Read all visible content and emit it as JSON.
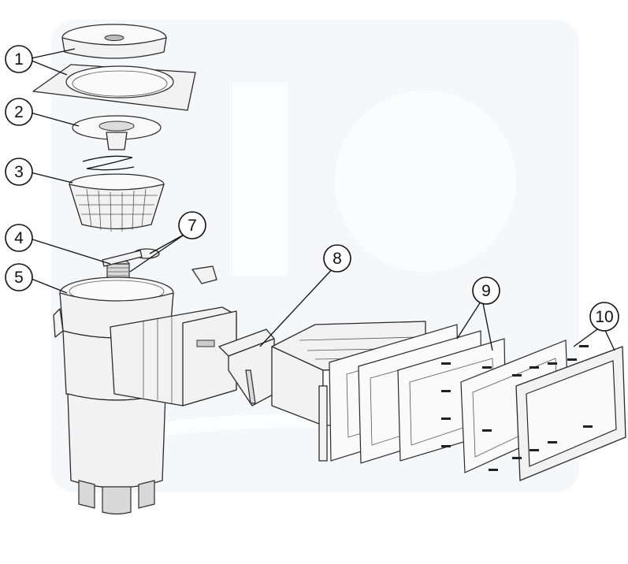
{
  "callouts": [
    {
      "number": "1"
    },
    {
      "number": "2"
    },
    {
      "number": "3"
    },
    {
      "number": "4"
    },
    {
      "number": "5"
    },
    {
      "number": "7"
    },
    {
      "number": "8"
    },
    {
      "number": "9"
    },
    {
      "number": "10"
    }
  ],
  "colors": {
    "line": "#2a2a2a",
    "fill": "#f2f2f2",
    "watermark": "#eef1f6"
  }
}
